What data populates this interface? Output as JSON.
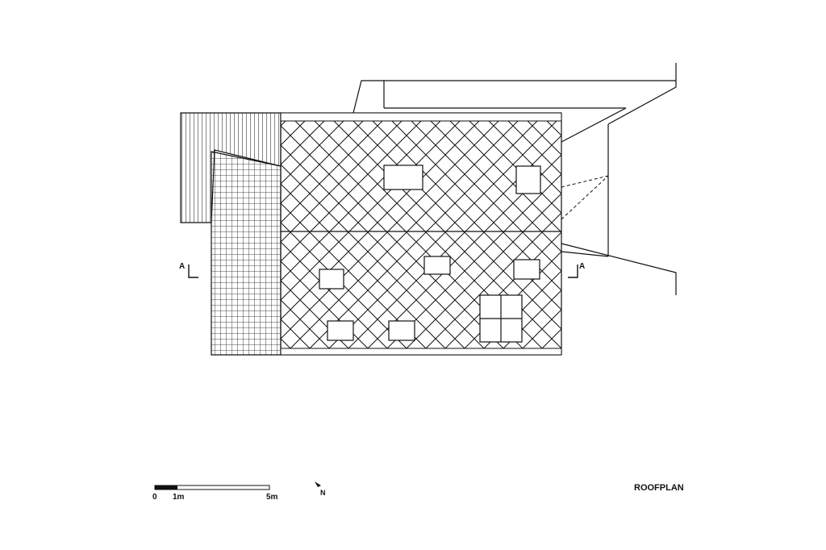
{
  "plan": {
    "title": "ROOFPLAN",
    "section_marker_left": "A",
    "section_marker_right": "A",
    "north_label": "N"
  },
  "scale_bar": {
    "label_zero": "0",
    "label_one": "1m",
    "label_five": "5m"
  },
  "colors": {
    "line": "#111111",
    "background": "#ffffff"
  }
}
